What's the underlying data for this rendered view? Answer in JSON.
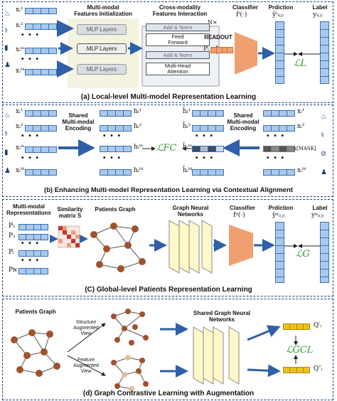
{
  "colors": {
    "border": "#1f3f7a",
    "bar": "#a9c9ec",
    "classifier": "#f0a070",
    "green": "#2e9a2e",
    "arrow": "#2f5fa8",
    "node": "#a0522d"
  },
  "panel_a": {
    "title_init": "Multi-modal\nFeatures Initialization",
    "title_inter": "Cross-modality\nFeatures Interaction",
    "mlp": [
      "MLP Layers",
      "MLP Layers",
      "MLP Layers"
    ],
    "add_norm_1": "Add & Norm",
    "feed_forward": "Feed\nForward",
    "add_norm_2": "Add & Norm",
    "mha": "Multi-Head\nAttention",
    "nx": "N×",
    "readout": "READOUT",
    "pi": "Pᵢ",
    "classifier": "Classifier",
    "classifier_sym": "fˡ(·)",
    "prediction": "Prdiction",
    "prediction_sym": "ŷˡᵢ₍ⱼ₎",
    "label": "Label",
    "label_sym": "yᵢ₍ⱼ₎",
    "loss": "ℒL",
    "inputs": [
      "xᵢ¹",
      "xᵢ²",
      "xᵢᵐ",
      "xᵢᴹ"
    ],
    "caption": "(a) Local-level Multi-model Representation Learning"
  },
  "panel_b": {
    "enc_left": "Shared\nMulti-modal\nEncoding",
    "enc_right": "Shared\nMulti-modal\nEncoding",
    "inputs_left": [
      "xᵢ¹",
      "xᵢ²",
      "xᵢᵐ",
      "xᵢᴹ"
    ],
    "h_left": [
      "hᵢ¹",
      "hᵢ²",
      "hᵢᵐ",
      "hᵢᴹ"
    ],
    "h_right": [
      "h̃ᵢ¹",
      "h̃ᵢ²",
      "h̃ᵢᵐ",
      "h̃ᵢᴹ"
    ],
    "inputs_right": [
      "xᵢ¹",
      "xᵢ²",
      "x[MASK]",
      "xᵢᴹ"
    ],
    "loss": "ℒFC",
    "caption": "(b) Enhancing Multi-model Representation Learning via Contextual Alignment"
  },
  "panel_c": {
    "mm_rep": "Multi-modal\nRepresentations",
    "sim": "Similarity\nmatrix S",
    "pg": "Patients Graph",
    "gnn": "Graph Neural\nNetworks",
    "classifier": "Classifier",
    "classifier_sym": "fᵍ(·)",
    "prediction": "Prdiction",
    "prediction_sym": "ŷᵍᵢ₍ⱼ₎",
    "label": "Label",
    "label_sym": "yᵍᵢ₍ⱼ₎",
    "loss": "ℒG",
    "p_labels": [
      "P₁",
      "P₂",
      "Pᵢ",
      "Pɴ"
    ],
    "caption": "(C) Global-level Patients Representation Learning"
  },
  "panel_d": {
    "pg": "Patients Graph",
    "structure": "Structure\nAugmented\nView",
    "feature": "Feature\nAugmented\nView",
    "gnn": "Shared Graph Neural\nNetworks",
    "q1": "Q′ᵢ",
    "q2": "Q″ᵢ",
    "loss": "ℒGCL",
    "caption": "(d) Graph Contrastive Learning with Augmentation"
  }
}
